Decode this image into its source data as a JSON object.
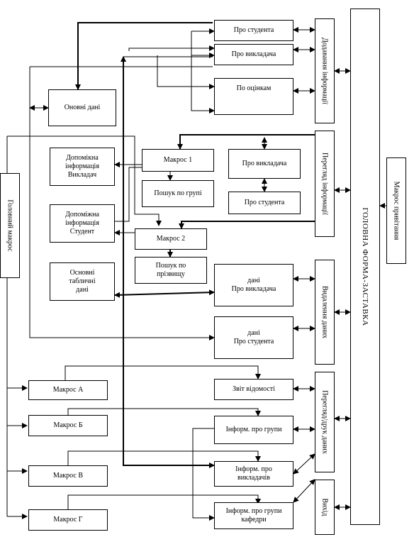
{
  "boxes": {
    "pro_studenta": "Про студента",
    "pro_vykladacha": "Про викладача",
    "po_otsinkam": "По оцінкам",
    "osnovni_dani": "Оновні дані",
    "dopomizhna_vykladach": "Допомікна\nінформація\nВикладач",
    "dopomizhna_student": "Допоміжна\nінформація\nСтудент",
    "osnovni_tablychni": "Основні\nтабличні\nдані",
    "makros_1": "Макрос 1",
    "poshuk_grupi": "Пошук по  групі",
    "pro_vykladacha_2": "Про викладача",
    "pro_studenta_2": "Про студента",
    "makros_2": "Макрос 2",
    "poshuk_prizvyshchu": "Пошук по\nпрізвищу",
    "dani_pro_vykladacha": "дані\nПро викладача",
    "dani_pro_studenta": "дані\nПро студента",
    "makros_a": "Макрос А",
    "makros_b": "Макрос Б",
    "makros_v": "Макрос В",
    "makros_g": "Макрос Г",
    "zvit_vidomosti": "Звіт відомості",
    "inform_grupy": "Інформ. про групи",
    "inform_vykladachiv": "Інформ. про\nвикладачів",
    "inform_grupy_kafedry": "Інформ. про групи\nкафедри"
  },
  "vertical": {
    "golovnyi_makros": "Головний макрос",
    "dodavannia": "Додавання інформації",
    "pereglyad": "Перегляд інформації",
    "vydalennia": "Видалення даних",
    "pereglyad_druk": "Перегляд/друк даних",
    "vykhid": "Вихід",
    "golovna_forma": "ГОЛОВНА ФОРМА-ЗАСТАВКА",
    "makros_pryvitannia": "Макрос привітання"
  }
}
